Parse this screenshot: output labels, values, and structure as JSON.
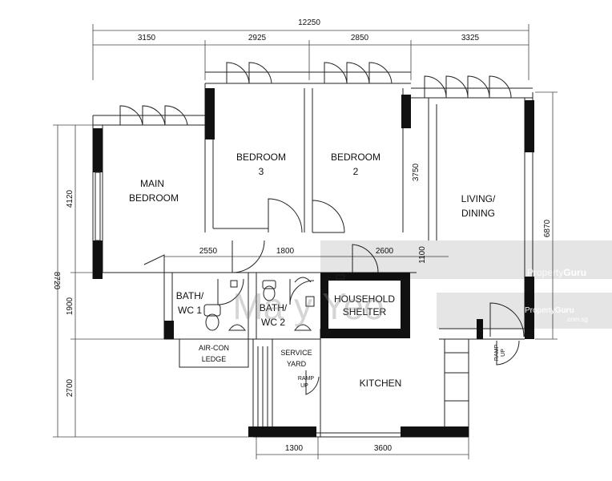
{
  "rooms": {
    "main_bedroom": [
      "MAIN",
      "BEDROOM"
    ],
    "bedroom3": [
      "BEDROOM",
      "3"
    ],
    "bedroom2": [
      "BEDROOM",
      "2"
    ],
    "living": [
      "LIVING/",
      "DINING"
    ],
    "bath1": [
      "BATH/",
      "WC 1"
    ],
    "bath2": [
      "BATH/",
      "WC 2"
    ],
    "shelter": [
      "HOUSEHOLD",
      "SHELTER"
    ],
    "aircon": [
      "AIR-CON",
      "LEDGE"
    ],
    "service": [
      "SERVICE",
      "YARD"
    ],
    "kitchen": "KITCHEN",
    "ramp": [
      "RAMP",
      "UP"
    ],
    "entry": [
      "RAMP",
      "UP"
    ]
  },
  "dimensions": {
    "overall": "12250",
    "top": [
      "3150",
      "2925",
      "2850",
      "3325"
    ],
    "middle": [
      "2550",
      "1800",
      "2600"
    ],
    "bottom": [
      "1300",
      "3600"
    ],
    "left": [
      "4120",
      "1900",
      "2700"
    ],
    "left_total": "8720",
    "right_total": "6870",
    "inner": [
      "3750",
      "1100"
    ]
  },
  "watermark": {
    "name": "Ma  y Yeo",
    "brand1": "Property",
    "brand2": "Guru",
    "domain": ".com.sg"
  }
}
